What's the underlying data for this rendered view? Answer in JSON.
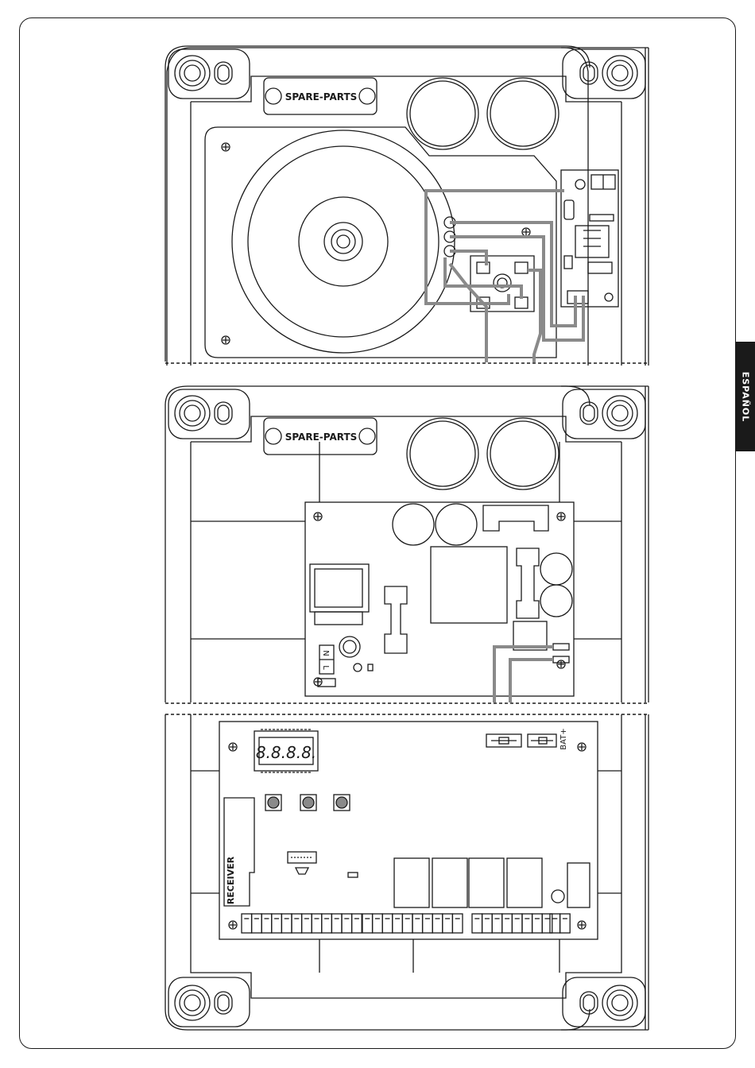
{
  "side_tab": {
    "label": "ESPAÑOL"
  },
  "panel_top": {
    "label_plate": "SPARE-PARTS"
  },
  "panel_middle": {
    "label_plate": "SPARE-PARTS",
    "terminal_n": "N",
    "terminal_l": "L"
  },
  "panel_bottom": {
    "receiver_label": "RECEIVER",
    "battery_label": "BAT+",
    "display_digits": "8.8.8.8."
  },
  "colors": {
    "line": "#1a1a1a",
    "wire_gray": "#8a8a8a",
    "tab_background": "#1a1a1a",
    "tab_text": "#ffffff"
  }
}
